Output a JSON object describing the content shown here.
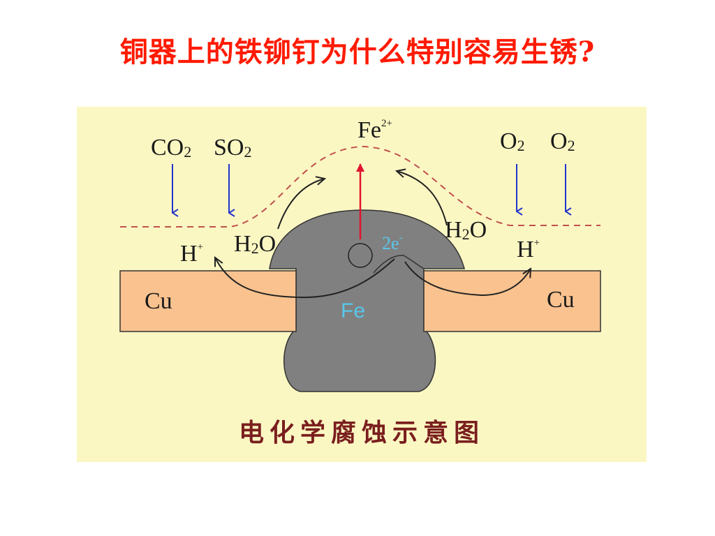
{
  "slide": {
    "title": "铜器上的铁铆钉为什么特别容易生锈?"
  },
  "diagram": {
    "caption": "电化学腐蚀示意图",
    "labels": {
      "co2": "CO",
      "co2_sub": "2",
      "so2": "SO",
      "so2_sub": "2",
      "o2_left": "O",
      "o2_left_sub": "2",
      "o2_right": "O",
      "o2_right_sub": "2",
      "fe_ion": "Fe",
      "fe_ion_sup": "2+",
      "h2o_left": "H",
      "h2o_left_sub": "2",
      "h2o_left_o": "O",
      "h2o_right": "H",
      "h2o_right_sub": "2",
      "h2o_right_o": "O",
      "h_left": "H",
      "h_left_sup": "+",
      "h_right": "H",
      "h_right_sup": "+",
      "electrons": "2e",
      "electrons_sup": "-",
      "cu_left": "Cu",
      "cu_right": "Cu",
      "fe": "Fe"
    },
    "colors": {
      "background": "#fbf7c3",
      "copper": "#f9c28f",
      "iron": "#808080",
      "dashed_line": "#c0504d",
      "gas_arrow": "#2233cc",
      "fe_ion_arrow": "#e0142e",
      "fe_text": "#59c6ea",
      "caption": "#7a1e1e",
      "title": "#ff1a00"
    }
  }
}
